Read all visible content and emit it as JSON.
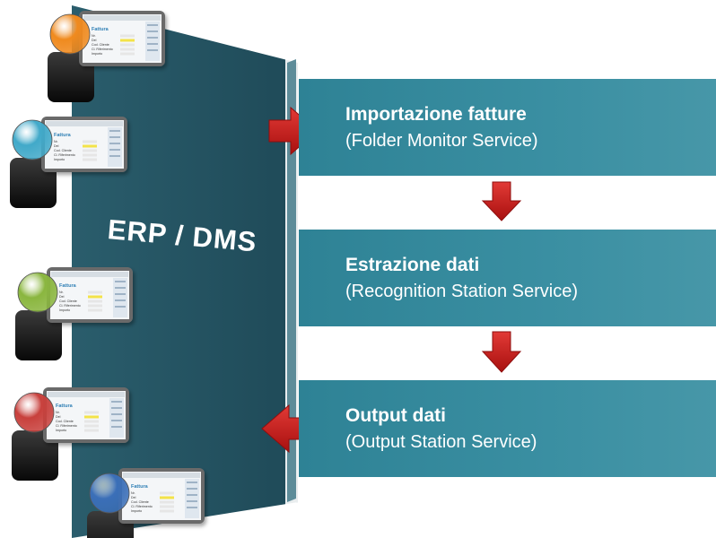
{
  "main_label": "ERP / DMS",
  "steps": [
    {
      "title": "Importazione fatture",
      "subtitle": "(Folder Monitor Service)"
    },
    {
      "title": "Estrazione dati",
      "subtitle": "(Recognition Station Service)"
    },
    {
      "title": "Output dati",
      "subtitle": "(Output Station Service)"
    }
  ],
  "invoice_preview": {
    "heading": "Fattura",
    "fields": [
      "Nr.",
      "Del",
      "Cod. Cliente",
      "Cl. Riferimento",
      "Importo"
    ]
  },
  "users": [
    {
      "color": "#f08a1e"
    },
    {
      "color": "#41a9c9"
    },
    {
      "color": "#8ab63f"
    },
    {
      "color": "#c8403c"
    },
    {
      "color": "#3b6fb8"
    }
  ],
  "colors": {
    "panel": "#23505f",
    "box": "#3a8fa2",
    "arrow": "#c81d1d"
  }
}
